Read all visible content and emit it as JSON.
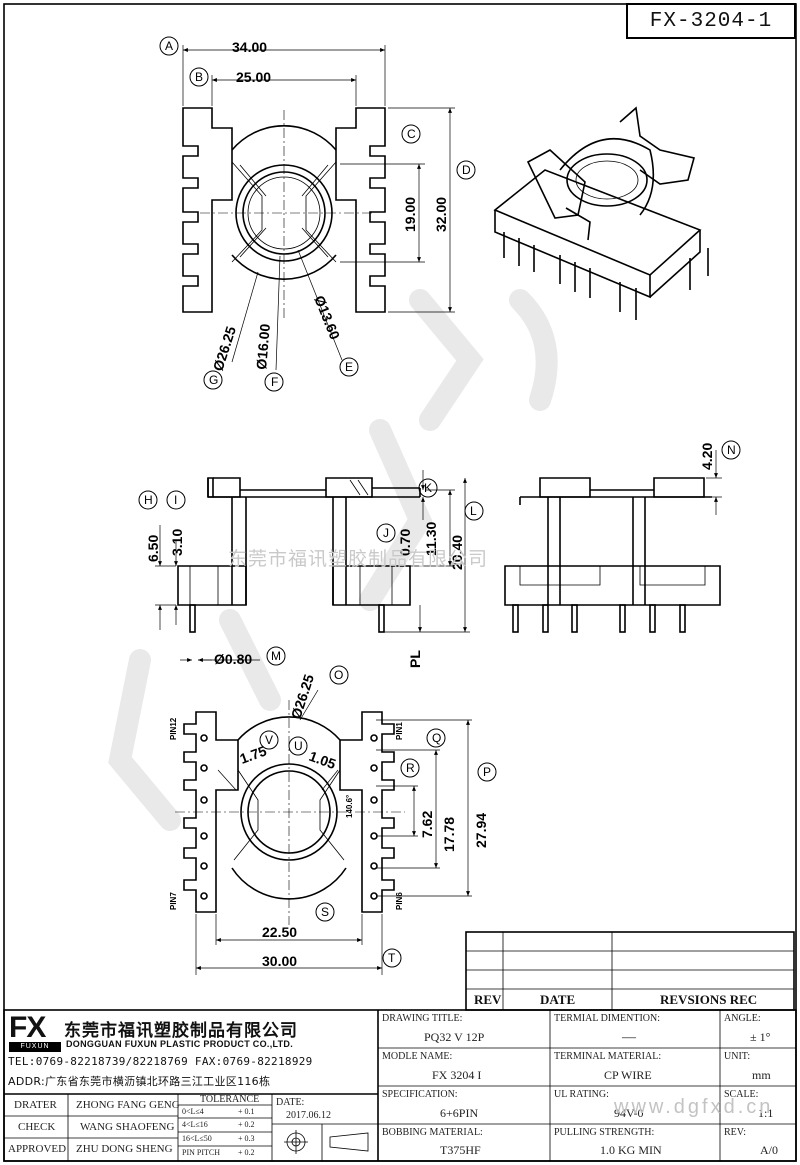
{
  "drawing_code": "FX-3204-1",
  "watermarks": {
    "center": "东莞市福讯塑胶制品有限公司",
    "bottom": "www.dgfxd.cn"
  },
  "dimensions": {
    "top": {
      "a": "34.00",
      "b": "25.00",
      "c19": "19.00",
      "d32": "32.00",
      "g": "Ø26.25",
      "f": "Ø16.00",
      "e": "Ø13.60"
    },
    "side": {
      "h": "6.50",
      "i": "3.10",
      "j": "0.70",
      "k": "11.30",
      "l": "20.40",
      "m": "Ø0.80",
      "pl": "PL",
      "n": "4.20"
    },
    "bottom": {
      "o": "Ø26.25",
      "v": "1.75",
      "u": "1.05",
      "r": "7.62",
      "q": "17.78",
      "p": "27.94",
      "s": "22.50",
      "t": "30.00",
      "angle": "140.6°"
    },
    "pins": {
      "pin12": "PIN12",
      "pin1": "PIN1",
      "pin7": "PIN7",
      "pin6": "PIN6"
    }
  },
  "callouts": [
    "A",
    "B",
    "C",
    "D",
    "E",
    "F",
    "G",
    "H",
    "I",
    "J",
    "K",
    "L",
    "M",
    "N",
    "O",
    "P",
    "Q",
    "R",
    "S",
    "T",
    "U",
    "V"
  ],
  "revision_table": {
    "headers": [
      "REV",
      "DATE",
      "REVSIONS REC"
    ]
  },
  "company": {
    "logo": "FX",
    "logo_sub": "FUXUN",
    "name_cn": "东莞市福讯塑胶制品有限公司",
    "name_en": "DONGGUAN FUXUN PLASTIC PRODUCT CO.,LTD.",
    "contact": "TEL:0769-82218739/82218769 FAX:0769-82218929",
    "address": "ADDR:广东省东莞市横沥镇北环路三江工业区116栋"
  },
  "signoff": [
    {
      "role": "DRATER",
      "name": "ZHONG FANG GENG"
    },
    {
      "role": "CHECK",
      "name": "WANG SHAOFENG"
    },
    {
      "role": "APPROVED",
      "name": "ZHU DONG SHENG"
    }
  ],
  "tolerance": {
    "label": "TOLERANCE",
    "rows": [
      {
        "range": "0<L≤4",
        "value": "+ 0.1"
      },
      {
        "range": "4<L≤16",
        "value": "+ 0.2"
      },
      {
        "range": "16<L≤50",
        "value": "+ 0.3"
      },
      {
        "range": "PIN PITCH",
        "value": "+ 0.2"
      }
    ]
  },
  "date": {
    "label": "DATE:",
    "value": "2017.06.12"
  },
  "fields": {
    "drawing_title": {
      "label": "DRAWING TITLE:",
      "value": "PQ32 V 12P"
    },
    "modle_name": {
      "label": "MODLE NAME:",
      "value": "FX 3204 I"
    },
    "specification": {
      "label": "SPECIFICATION:",
      "value": "6+6PIN"
    },
    "bobbing_material": {
      "label": "BOBBING MATERIAL:",
      "value": "T375HF"
    },
    "terminal_dimention": {
      "label": "TERMIAL DIMENTION:",
      "value": "—"
    },
    "terminal_material": {
      "label": "TERMINAL MATERIAL:",
      "value": "CP WIRE"
    },
    "ul_rating": {
      "label": "UL RATING:",
      "value": "94V-0"
    },
    "pulling_strength": {
      "label": "PULLING STRENGTH:",
      "value": "1.0 KG MIN"
    },
    "angle": {
      "label": "ANGLE:",
      "value": "± 1°"
    },
    "unit": {
      "label": "UNIT:",
      "value": "mm"
    },
    "scale": {
      "label": "SCALE:",
      "value": "1:1"
    },
    "rev": {
      "label": "REV:",
      "value": "A/0"
    }
  }
}
